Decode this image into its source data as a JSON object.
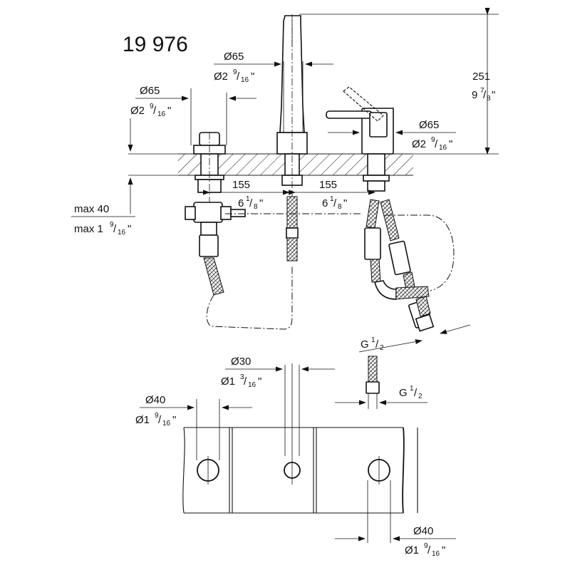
{
  "model_number": "19 976",
  "dims": {
    "height_mm": "251",
    "height_in_whole": "9",
    "height_in_num": "7",
    "height_in_den": "8",
    "height_in_unit": "\"",
    "spout_dia_mm": "Ø65",
    "spout_dia_in_whole": "Ø2",
    "spout_dia_in_num": "9",
    "spout_dia_in_den": "16",
    "left_dia_mm": "Ø65",
    "left_dia_in_whole": "Ø2",
    "left_dia_in_num": "9",
    "left_dia_in_den": "16",
    "right_dia_mm": "Ø65",
    "right_dia_in_whole": "Ø2",
    "right_dia_in_num": "9",
    "right_dia_in_den": "16",
    "spacing_left_mm": "155",
    "spacing_left_in_whole": "6",
    "spacing_left_in_num": "1",
    "spacing_left_in_den": "8",
    "spacing_right_mm": "155",
    "spacing_right_in_whole": "6",
    "spacing_right_in_num": "1",
    "spacing_right_in_den": "8",
    "max_mm": "max 40",
    "max_in_whole": "max 1",
    "max_in_num": "9",
    "max_in_den": "16",
    "g_upper_whole": "G",
    "g_upper_num": "1",
    "g_upper_den": "2",
    "g_lower_whole": "G",
    "g_lower_num": "1",
    "g_lower_den": "2",
    "hole_center_mm": "Ø30",
    "hole_center_in_whole": "Ø1",
    "hole_center_in_num": "3",
    "hole_center_in_den": "16",
    "hole_left_mm": "Ø40",
    "hole_left_in_whole": "Ø1",
    "hole_left_in_num": "9",
    "hole_left_in_den": "16",
    "hole_right_mm": "Ø40",
    "hole_right_in_whole": "Ø1",
    "hole_right_in_num": "9",
    "hole_right_in_den": "16"
  }
}
